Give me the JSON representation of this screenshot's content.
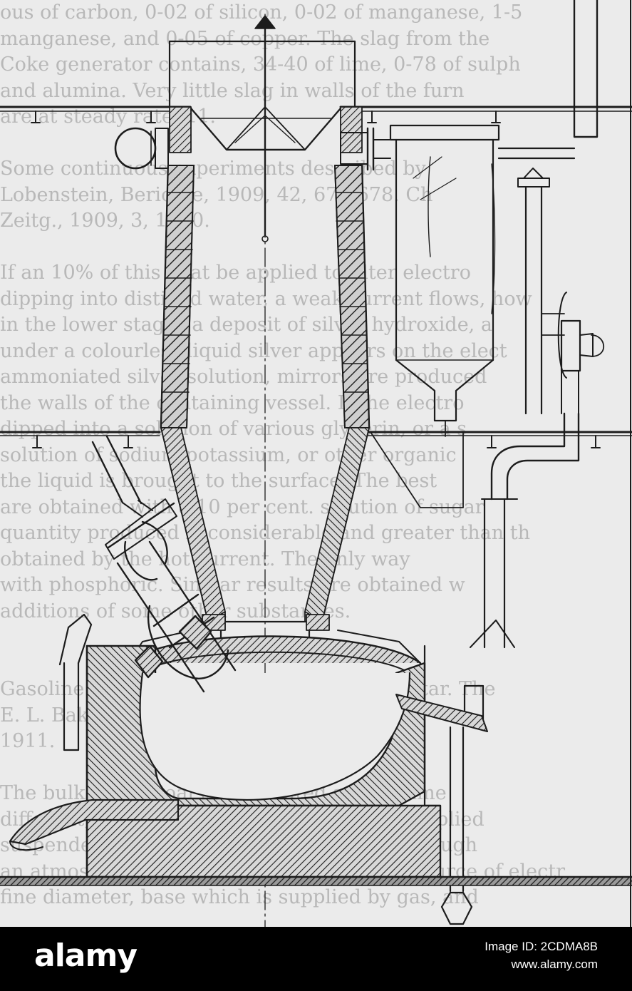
{
  "watermark": {
    "logo": "alamy",
    "image_id": "Image ID: 2CDMA8B",
    "site": "www.alamy.com"
  },
  "background_text": [
    "ous of carbon, 0-02 of silicon, 0-02 of manganese, 1-5",
    "manganese, and 0-05 of copper. The slag from the",
    "Coke generator contains, 34-40 of lime, 0-78 of sulph",
    "and alumina. Very little slag in walls of the furn",
    "are at steady rate, 11.",
    "",
    "Some continuous experiments described by",
    "Lobenstein, Berichte, 1909, 42, 675-678. Ch",
    "Zeitg., 1909, 3, 1520.",
    "",
    "If an 10% of this heat be applied to filter electro",
    "dipping into distilled water, a weak current flows, how",
    "in the lower stages a deposit of silver hydroxide, a",
    "under a colourless liquid silver appears on the elect",
    "ammoniated silver solution, mirrors are produced",
    "the walls of the containing vessel. If the electro",
    "dipped into a solution of various glycerin, or a s",
    "solution of sodium potassium, or other organic",
    "the liquid is brought to the surface. The best",
    "are obtained with a 10 per cent. solution of sugar",
    "quantity produced is considerable and greater than th",
    "obtained by the hot current. The only way",
    "with phosphoric. Similar results are obtained w",
    "additions of some other substances.",
    "",
    "",
    "Gasoline. Production of gasoline from coal tar. The",
    "E. L. Baker, Brooklyn, N.Y. U.S. Pat. 1,006,0",
    "1911.",
    "",
    "The bulk of the coal is not heated at the same",
    "different, uniform and steady heat being supplied",
    "suspended, the heated gases are passed through",
    "an atmosphere of methane is not the only source of electr",
    "fine diameter, base which is supplied by gas, and"
  ],
  "icons": {
    "hatch": "brick-hatch-pattern",
    "ground": "ground-hatch-pattern"
  },
  "colors": {
    "ink": "#1c1c1c",
    "paper": "#ebebeb",
    "banner": "#000000",
    "banner_text": "#ffffff"
  }
}
